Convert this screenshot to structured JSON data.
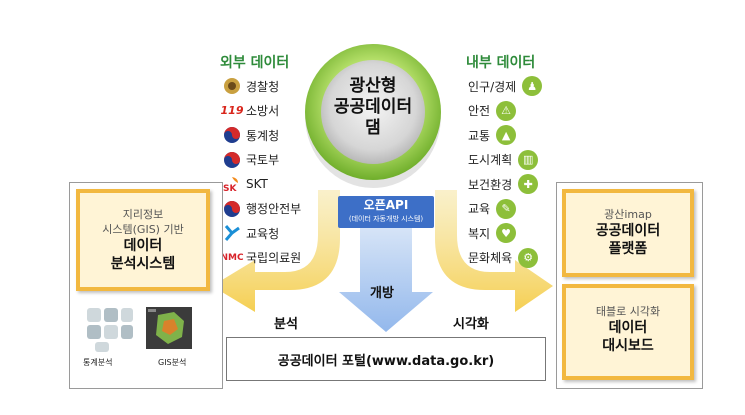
{
  "center": {
    "line1": "광산형",
    "line2": "공공데이터",
    "line3": "댐"
  },
  "external": {
    "title": "외부 데이터",
    "items": [
      {
        "label": "경찰청",
        "icon": "police-emblem-icon"
      },
      {
        "label": "소방서",
        "icon": "fire-119-icon"
      },
      {
        "label": "통계청",
        "icon": "taegeuk-icon"
      },
      {
        "label": "국토부",
        "icon": "taegeuk-icon"
      },
      {
        "label": "SKT",
        "icon": "sk-logo-icon"
      },
      {
        "label": "행정안전부",
        "icon": "taegeuk-icon"
      },
      {
        "label": "교육청",
        "icon": "education-icon"
      },
      {
        "label": "국립의료원",
        "icon": "nmc-logo-icon"
      }
    ]
  },
  "internal": {
    "title": "내부 데이터",
    "items": [
      {
        "label": "인구/경제",
        "icon": "people-icon"
      },
      {
        "label": "안전",
        "icon": "warning-icon"
      },
      {
        "label": "교통",
        "icon": "road-icon"
      },
      {
        "label": "도시계획",
        "icon": "building-icon"
      },
      {
        "label": "보건환경",
        "icon": "health-icon"
      },
      {
        "label": "교육",
        "icon": "book-icon"
      },
      {
        "label": "복지",
        "icon": "welfare-icon"
      },
      {
        "label": "문화체육",
        "icon": "bicycle-icon"
      }
    ]
  },
  "open_api": {
    "title": "오픈API",
    "subtitle": "(데이터 자동개방 시스템)"
  },
  "flows": {
    "left": "분석",
    "down": "개방",
    "right": "시각화"
  },
  "portal": {
    "label": "공공데이터 포털(www.data.go.kr)"
  },
  "left_panel": {
    "sub1": "지리정보",
    "sub2": "시스템(GIS) 기반",
    "main1": "데이터",
    "main2": "분석시스템",
    "thumb1_caption": "통계분석",
    "thumb2_caption": "GIS분석"
  },
  "right_panel": {
    "box1": {
      "sub": "광산imap",
      "main1": "공공데이터",
      "main2": "플랫폼"
    },
    "box2": {
      "sub": "태블로 시각화",
      "main1": "데이터",
      "main2": "대시보드"
    }
  },
  "colors": {
    "green_ring": "#8cc63f",
    "arrow_yellow": "#f7d46a",
    "arrow_blue": "#a9c6ee",
    "title_green": "#2e8b3a",
    "orange_border": "#f2b840"
  }
}
